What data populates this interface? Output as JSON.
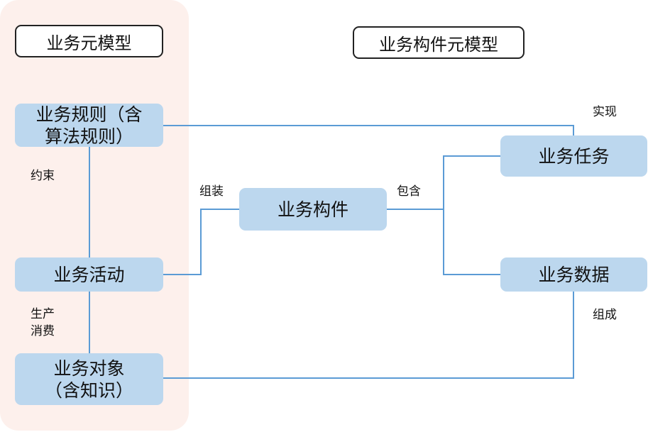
{
  "titles": {
    "business_meta_model": "业务元模型",
    "business_component_meta_model": "业务构件元模型"
  },
  "nodes": {
    "business_rule": "业务规则（含\n算法规则）",
    "business_activity": "业务活动",
    "business_object": "业务对象\n（含知识）",
    "business_component": "业务构件",
    "business_task": "业务任务",
    "business_data": "业务数据"
  },
  "edge_labels": {
    "constrain": "约束",
    "produce_consume": "生产\n消费",
    "assemble": "组装",
    "contain": "包含",
    "implement": "实现",
    "compose": "组成"
  },
  "colors": {
    "panel_bg": "#fdf0ec",
    "node_fill": "#bcd7ee",
    "connector": "#5b9bd5"
  }
}
